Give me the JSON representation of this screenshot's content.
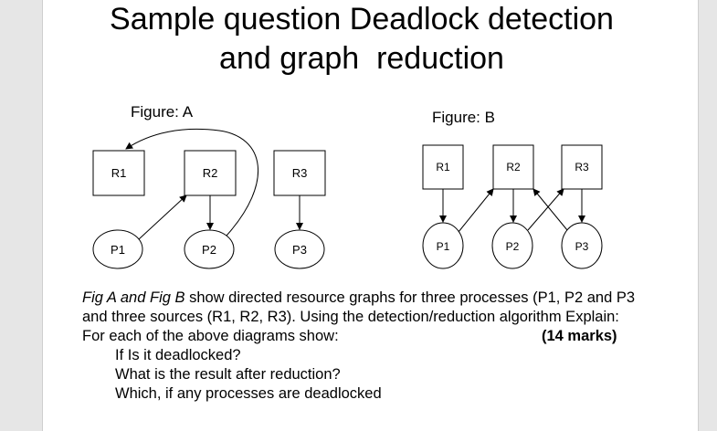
{
  "title": {
    "line1": "Sample question Deadlock detection",
    "line2": "and graph  reduction"
  },
  "figure_a": {
    "label": "Figure: A",
    "resources": [
      "R1",
      "R2",
      "R3"
    ],
    "processes": [
      "P1",
      "P2",
      "P3"
    ]
  },
  "figure_b": {
    "label": "Figure: B",
    "resources": [
      "R1",
      "R2",
      "R3"
    ],
    "processes": [
      "P1",
      "P2",
      "P3"
    ]
  },
  "description": {
    "fig_ref": "Fig A and Fig B",
    "text_part1": " show directed resource graphs for three processes (P1, P2 and P3 and three sources (R1, R2, R3). Using the detection/reduction algorithm Explain: For each of the above diagrams show:",
    "marks": "(14 marks)",
    "questions": [
      "If Is it deadlocked?",
      "What is the result after reduction?",
      "Which, if any processes are deadlocked"
    ]
  },
  "colors": {
    "slide_bg": "#ffffff",
    "outer_bg": "#e6e6e6",
    "stroke": "#000000"
  }
}
